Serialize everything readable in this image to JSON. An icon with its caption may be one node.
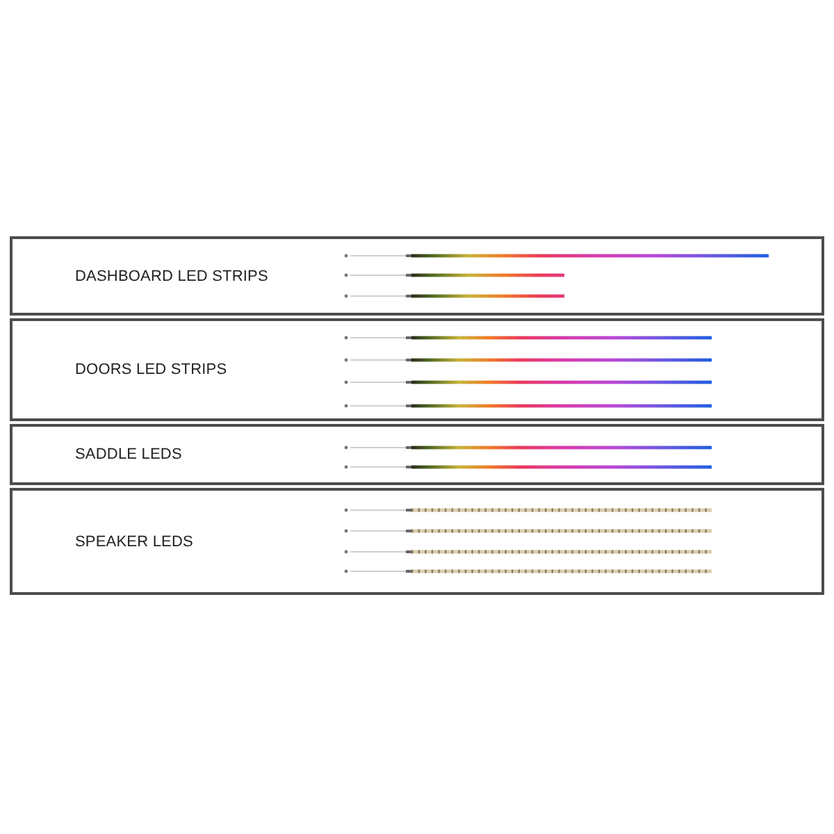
{
  "diagram": {
    "nodes": [
      {
        "text": [
          "DASHBOARD LED STRIPS"
        ]
      },
      {
        "text": [
          "DOORS LED STRIPS"
        ]
      },
      {
        "text": [
          "SADDLE LEDS"
        ]
      },
      {
        "text": [
          "SPEAKER LEDS"
        ]
      }
    ]
  }
}
